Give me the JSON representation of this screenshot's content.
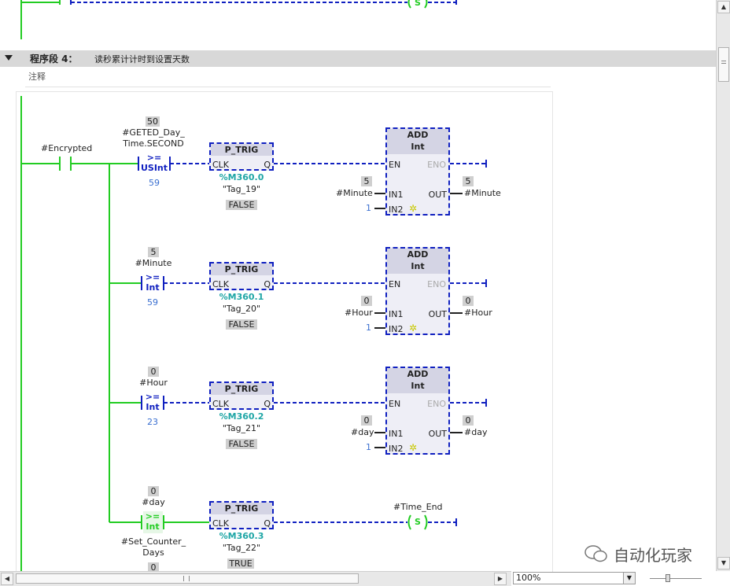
{
  "segment": {
    "title": "程序段 4：",
    "description": "读秒累计计时到设置天数",
    "comment_label": "注释"
  },
  "contact": {
    "tag": "#Encrypted"
  },
  "rungs": [
    {
      "compare_top_value": "50",
      "compare_tag_line1": "#GETED_Day_",
      "compare_tag_line2": "Time.SECOND",
      "compare_op": ">=",
      "compare_type": "USInt",
      "compare_bottom_value": "59",
      "ptrig_name": "P_TRIG",
      "ptrig_clk": "CLK",
      "ptrig_q": "Q",
      "ptrig_address": "%M360.0",
      "ptrig_tag": "\"Tag_19\"",
      "ptrig_state": "FALSE",
      "add_title": "ADD",
      "add_type": "Int",
      "add_en": "EN",
      "add_eno": "ENO",
      "add_in1": "IN1",
      "add_in2": "IN2",
      "add_out": "OUT",
      "in1_value": "5",
      "in1_tag": "#Minute",
      "in2_value": "1",
      "out_value": "5",
      "out_tag": "#Minute"
    },
    {
      "compare_top_value": "5",
      "compare_tag_line1": "#Minute",
      "compare_op": ">=",
      "compare_type": "Int",
      "compare_bottom_value": "59",
      "ptrig_name": "P_TRIG",
      "ptrig_clk": "CLK",
      "ptrig_q": "Q",
      "ptrig_address": "%M360.1",
      "ptrig_tag": "\"Tag_20\"",
      "ptrig_state": "FALSE",
      "add_title": "ADD",
      "add_type": "Int",
      "add_en": "EN",
      "add_eno": "ENO",
      "add_in1": "IN1",
      "add_in2": "IN2",
      "add_out": "OUT",
      "in1_value": "0",
      "in1_tag": "#Hour",
      "in2_value": "1",
      "out_value": "0",
      "out_tag": "#Hour"
    },
    {
      "compare_top_value": "0",
      "compare_tag_line1": "#Hour",
      "compare_op": ">=",
      "compare_type": "Int",
      "compare_bottom_value": "23",
      "ptrig_name": "P_TRIG",
      "ptrig_clk": "CLK",
      "ptrig_q": "Q",
      "ptrig_address": "%M360.2",
      "ptrig_tag": "\"Tag_21\"",
      "ptrig_state": "FALSE",
      "add_title": "ADD",
      "add_type": "Int",
      "add_en": "EN",
      "add_eno": "ENO",
      "add_in1": "IN1",
      "add_in2": "IN2",
      "add_out": "OUT",
      "in1_value": "0",
      "in1_tag": "#day",
      "in2_value": "1",
      "out_value": "0",
      "out_tag": "#day"
    },
    {
      "compare_top_value": "0",
      "compare_tag_line1": "#day",
      "compare_op": ">=",
      "compare_type": "Int",
      "compare_bottom_tag1": "#Set_Counter_",
      "compare_bottom_tag2": "Days",
      "compare_bottom_value": "0",
      "ptrig_name": "P_TRIG",
      "ptrig_clk": "CLK",
      "ptrig_q": "Q",
      "ptrig_address": "%M360.3",
      "ptrig_tag": "\"Tag_22\"",
      "ptrig_state": "TRUE",
      "coil_tag": "#Time_End",
      "coil_symbol": "S"
    }
  ],
  "top_coil_symbol": "S",
  "zoom": {
    "value": "100%"
  },
  "watermark": "自动化玩家",
  "colors": {
    "power_flow": "#22cc22",
    "no_flow": "#1020c0",
    "teal": "#1fa6a6"
  }
}
